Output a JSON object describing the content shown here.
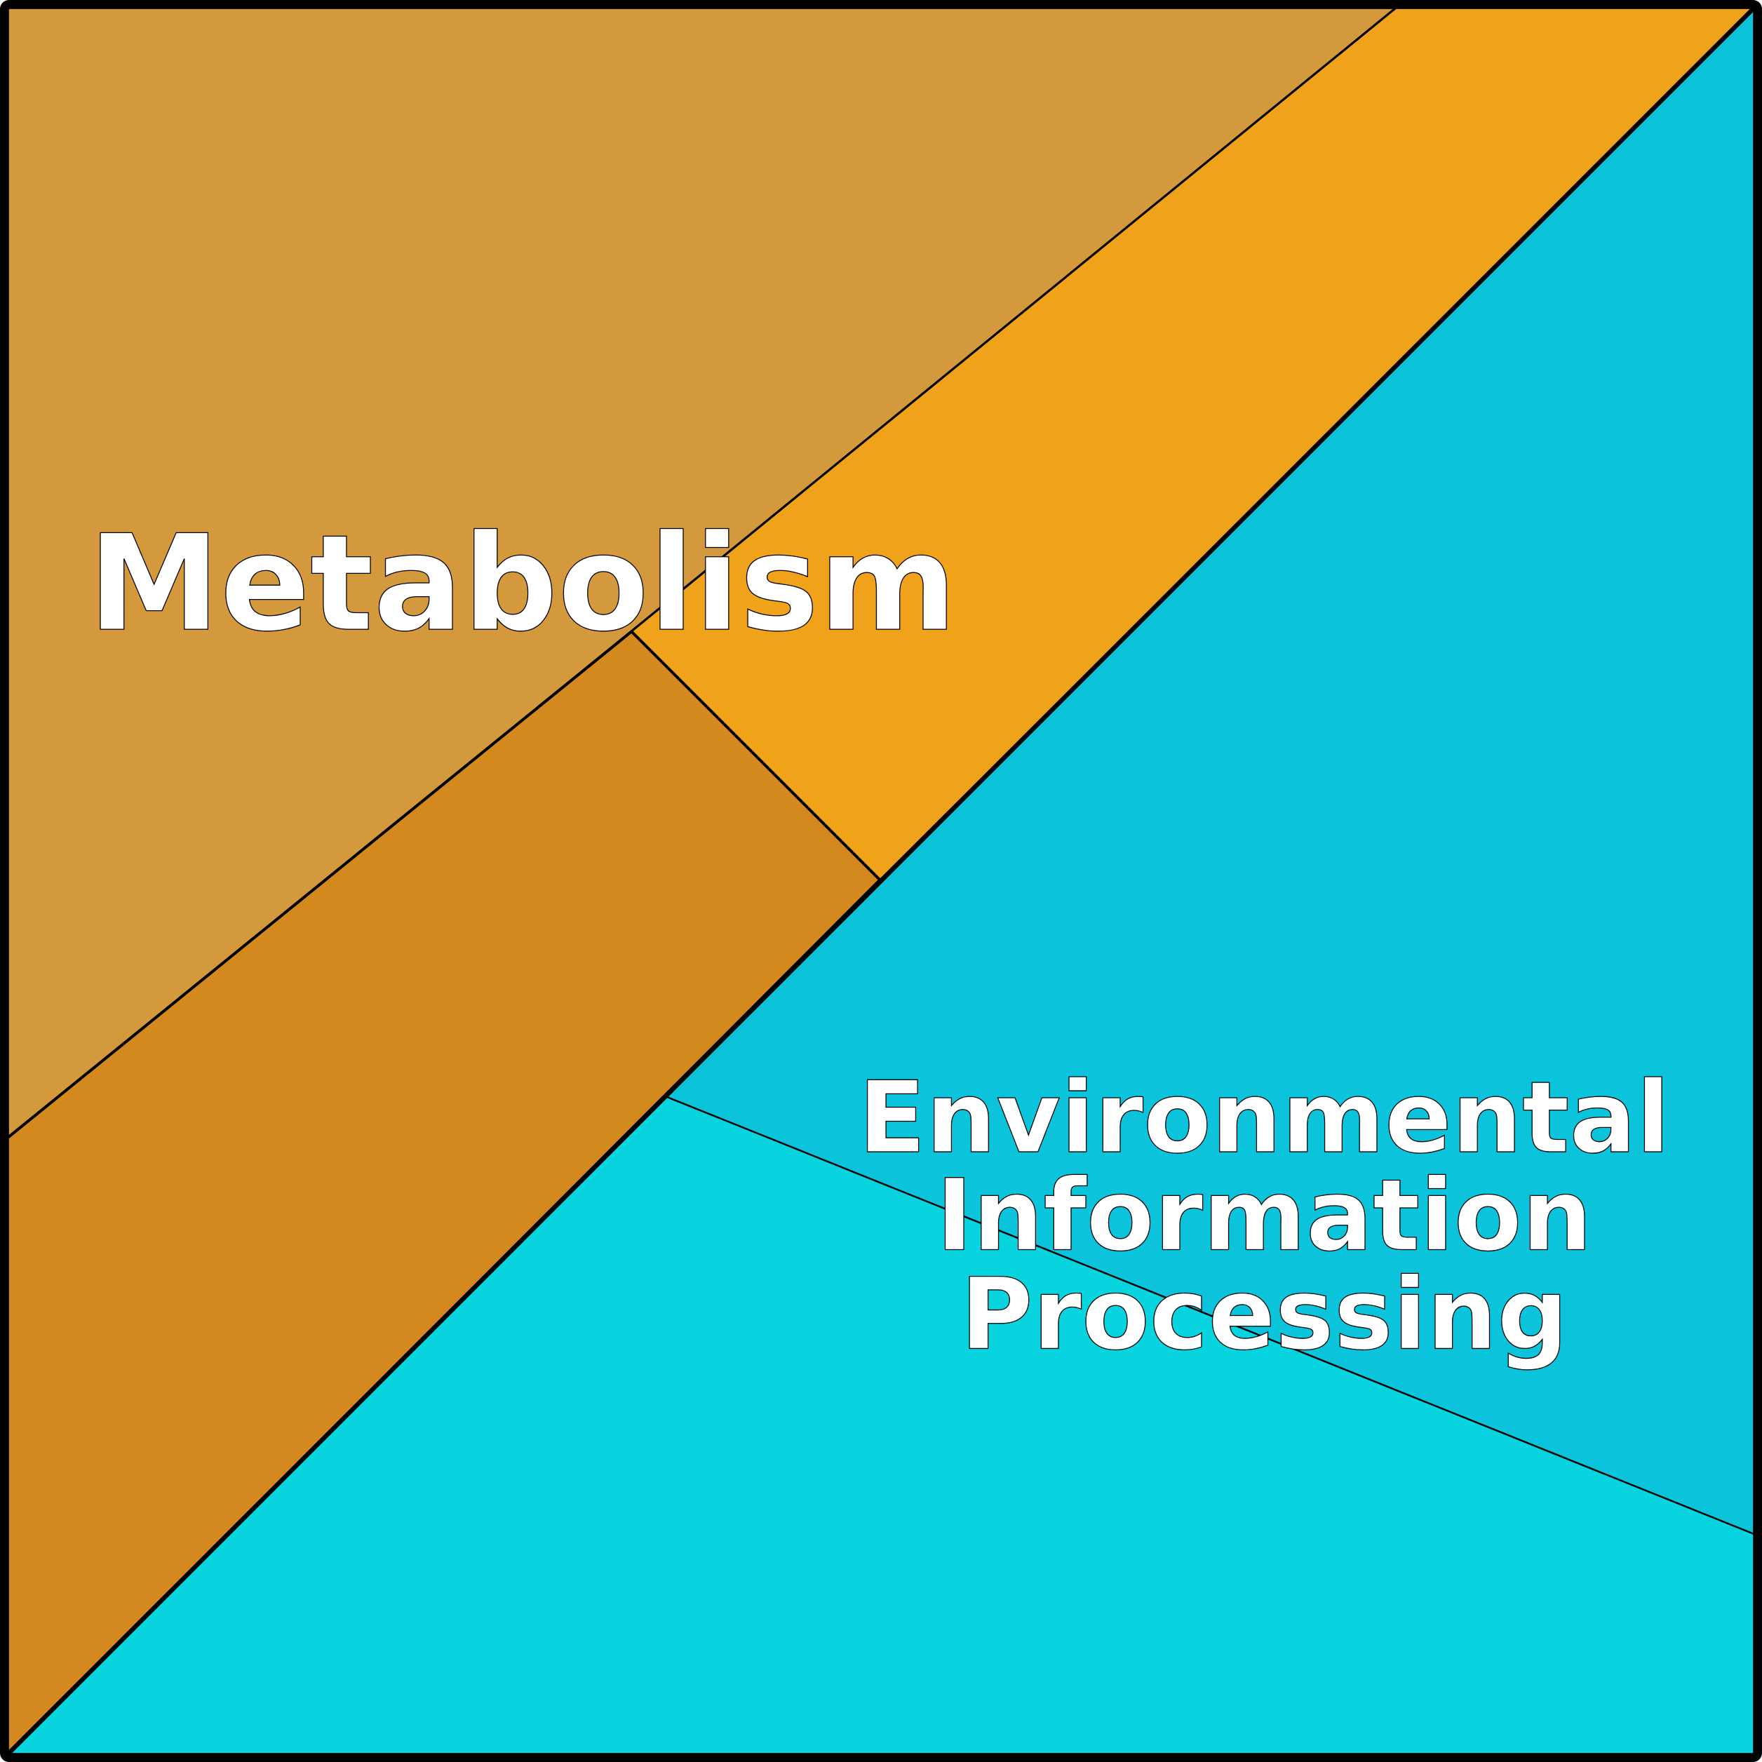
{
  "title": "Functional category Voronoi treemap",
  "colors": {
    "metabolism_a": "#D4993C",
    "metabolism_b": "#F0A21A",
    "metabolism_c": "#D4891E",
    "env_a": "#0BC4DC",
    "env_b": "#08D4E0",
    "border": "#000000",
    "label": "#FFFFFF"
  },
  "groups": [
    {
      "label": "Metabolism",
      "cells": 3
    },
    {
      "label_lines": [
        "Environmental",
        "Information",
        "Processing"
      ],
      "cells": 2
    }
  ]
}
